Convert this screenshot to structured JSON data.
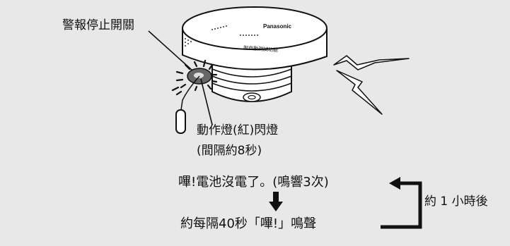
{
  "labels": {
    "stop_switch": "警報停止開關",
    "led_line1": "動作燈(紅)閃燈",
    "led_line2": "(間隔約8秒)",
    "battery_message": "嗶!電池沒電了。(鳴響3次)",
    "interval": "約 1 小時後",
    "repeat": "約每隔40秒「嗶!」鳴聲"
  },
  "device": {
    "brand": "Panasonic",
    "side_text": "附自動測試功能"
  },
  "colors": {
    "background": "#e8e8e8",
    "ink": "#111111",
    "device_body": "#ffffff"
  }
}
